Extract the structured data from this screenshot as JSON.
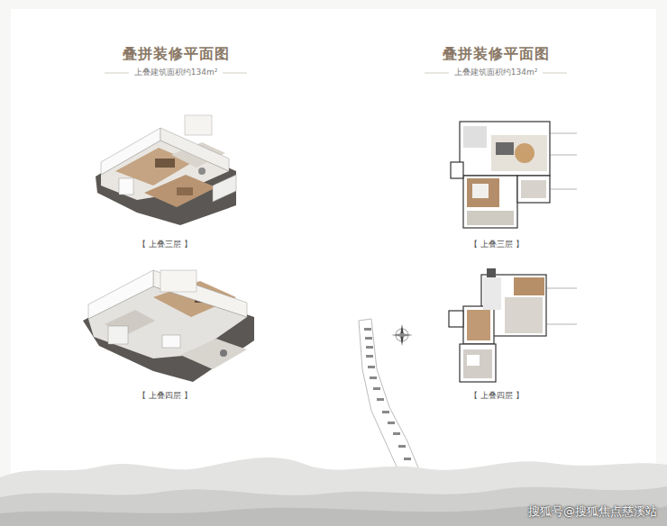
{
  "diagram": {
    "labels": [
      "叠拼装修平面图",
      "上叠建筑面积约134m²",
      "【 上叠三层 】",
      "【 上叠四层 】",
      "叠拼装修平面图",
      "上叠建筑面积约134m²",
      "【 上叠三层 】",
      "【 上叠四层 】",
      "搜狐号@搜狐焦点慈溪站"
    ]
  }
}
